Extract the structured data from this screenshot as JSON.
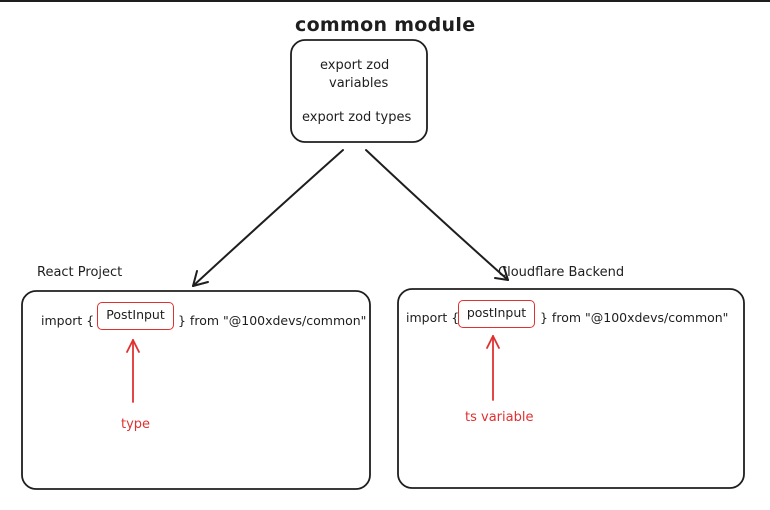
{
  "title": "common module",
  "common_box": {
    "line1": "export zod",
    "line2": "variables",
    "line3": "export zod types"
  },
  "react": {
    "label": "React Project",
    "import_kw": "import {",
    "highlight": "PostInput",
    "import_rest": "} from \"@100xdevs/common\"",
    "annotation": "type"
  },
  "cloudflare": {
    "label": "Cloudflare Backend",
    "import_kw": "import {",
    "highlight": "postInput",
    "import_rest": "} from \"@100xdevs/common\"",
    "annotation": "ts variable"
  },
  "colors": {
    "stroke": "#1e1e1e",
    "accent": "#e03131"
  }
}
